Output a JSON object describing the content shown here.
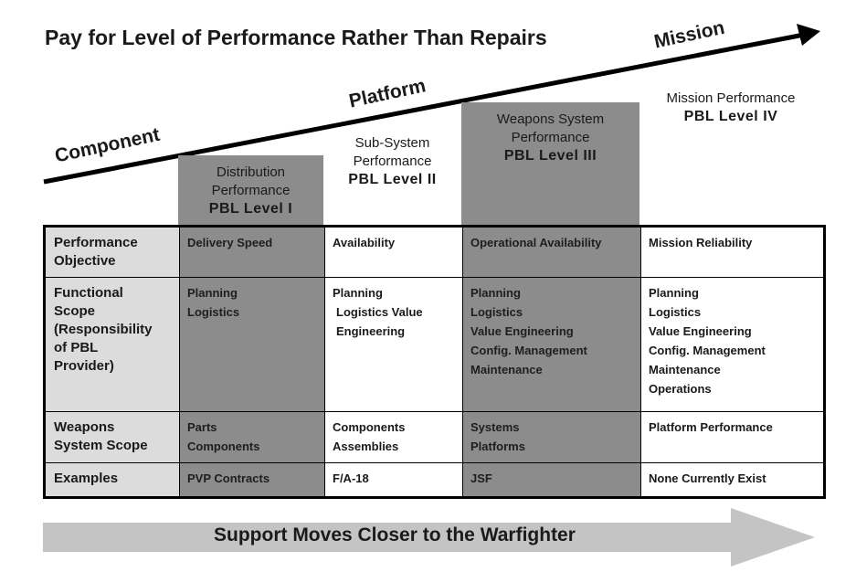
{
  "title": "Pay for Level of Performance Rather Than Repairs",
  "stages": {
    "component": "Component",
    "platform": "Platform",
    "mission": "Mission"
  },
  "columns": [
    {
      "desc": [
        "Distribution",
        "Performance"
      ],
      "level": "PBL Level I"
    },
    {
      "desc": [
        "Sub-System",
        "Performance"
      ],
      "level": "PBL Level II"
    },
    {
      "desc": [
        "Weapons System",
        "Performance"
      ],
      "level": "PBL Level III"
    },
    {
      "desc": [
        "Mission Performance"
      ],
      "level": "PBL Level IV"
    }
  ],
  "rows": [
    {
      "label": [
        "Performance",
        "Objective"
      ],
      "cells": [
        [
          "Delivery Speed"
        ],
        [
          "Availability"
        ],
        [
          "Operational Availability"
        ],
        [
          "Mission Reliability"
        ]
      ]
    },
    {
      "label": [
        "Functional",
        "Scope",
        "(Responsibility",
        "of PBL",
        "Provider)"
      ],
      "cells": [
        [
          "Planning",
          "Logistics"
        ],
        [
          "Planning",
          "Logistics Value",
          "Engineering"
        ],
        [
          "Planning",
          "Logistics",
          "Value Engineering",
          "Config. Management",
          "Maintenance"
        ],
        [
          "Planning",
          "Logistics",
          "Value Engineering",
          "Config. Management",
          "Maintenance",
          "Operations"
        ]
      ]
    },
    {
      "label": [
        "Weapons",
        "System Scope"
      ],
      "cells": [
        [
          "Parts",
          "Components"
        ],
        [
          "Components",
          "Assemblies"
        ],
        [
          "Systems",
          "Platforms"
        ],
        [
          "Platform Performance"
        ]
      ]
    },
    {
      "label": [
        "Examples"
      ],
      "cells": [
        [
          "PVP Contracts"
        ],
        [
          "F/A-18"
        ],
        [
          "JSF"
        ],
        [
          "None Currently Exist"
        ]
      ]
    }
  ],
  "bottom_banner": "Support Moves Closer to the Warfighter",
  "colors": {
    "dark_shade": "#8c8c8c",
    "row_header": "#dcdcdc",
    "banner_arrow": "#c4c4c4"
  }
}
